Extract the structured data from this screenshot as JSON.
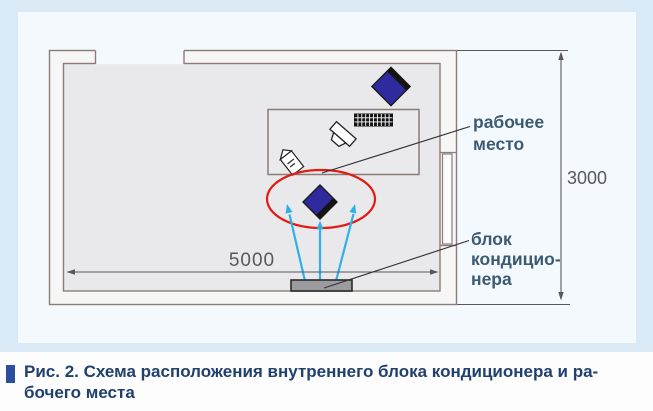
{
  "page": {
    "background_band": "#d9eaf6",
    "panel_background": "#f3f9fc",
    "caption_area_background": "#fdfdfd"
  },
  "diagram": {
    "dimensions": {
      "width_label": "5000",
      "height_label": "3000"
    },
    "labels": {
      "workplace": {
        "line1": "рабочее",
        "line2": "место"
      },
      "ac_unit": {
        "line1": "блок",
        "line2": "кондицио-",
        "line3": "нера"
      }
    },
    "icons": {
      "room": "room-floorplan-outline",
      "door": "door-leaf",
      "desk": "desk-outline",
      "keyboard": "keyboard-icon",
      "monitor": "monitor-icon",
      "phone": "phone-icon",
      "chair": "chair-icon",
      "ac_block": "ac-unit-block",
      "airflow": "airflow-arrow",
      "highlight": "highlight-ellipse"
    },
    "colors": {
      "wall": "#8c7b76",
      "wall_band_fill": "#f6f6f7",
      "room_fill": "#e9e9eb",
      "chair": "#2f2a9d",
      "chair_back": "#141414",
      "highlight": "#e21b15",
      "airflow": "#2fb0e6",
      "ac_block": "#9c9ca0",
      "dimension": "#58585c",
      "label_text": "#3c5a73",
      "callout": "#333333",
      "equipment_stroke": "#222222"
    }
  },
  "caption": {
    "bullet_color": "#2b4f9e",
    "text_color": "#20406e",
    "line1": "Рис. 2. Схема расположения внутреннего блока кондиционера и ра-",
    "line2": "бочего места"
  }
}
